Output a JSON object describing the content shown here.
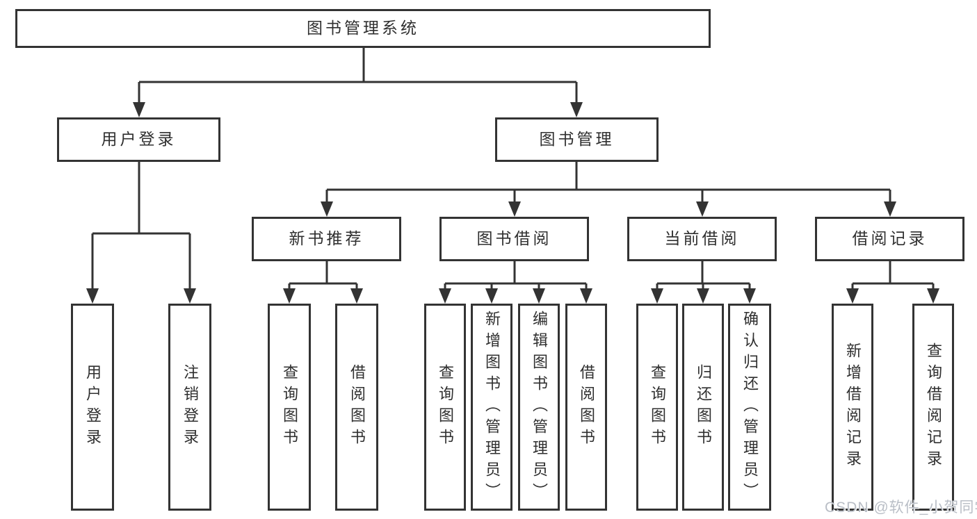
{
  "page": {
    "background_color": "#ffffff"
  },
  "diagram": {
    "type": "hierarchy-tree",
    "line_color": "#333333",
    "text_color": "#2f2f2f",
    "node_fill": "#ffffff",
    "tree": {
      "label": "图书管理系统",
      "children": [
        {
          "label": "用户登录",
          "children": [
            {
              "label": "用户登录"
            },
            {
              "label": "注销登录"
            }
          ]
        },
        {
          "label": "图书管理",
          "children": [
            {
              "label": "新书推荐",
              "children": [
                {
                  "label": "查询图书"
                },
                {
                  "label": "借阅图书"
                }
              ]
            },
            {
              "label": "图书借阅",
              "children": [
                {
                  "label": "查询图书"
                },
                {
                  "label": "新增图书（管理员）"
                },
                {
                  "label": "编辑图书（管理员）"
                },
                {
                  "label": "借阅图书"
                }
              ]
            },
            {
              "label": "当前借阅",
              "children": [
                {
                  "label": "查询图书"
                },
                {
                  "label": "归还图书"
                },
                {
                  "label": "确认归还（管理员）"
                }
              ]
            },
            {
              "label": "借阅记录",
              "children": [
                {
                  "label": "新增借阅记录"
                },
                {
                  "label": "查询借阅记录"
                }
              ]
            }
          ]
        }
      ]
    }
  },
  "watermark": {
    "text": "CSDN @软件_小贺同学",
    "color": "#b9bec6"
  }
}
